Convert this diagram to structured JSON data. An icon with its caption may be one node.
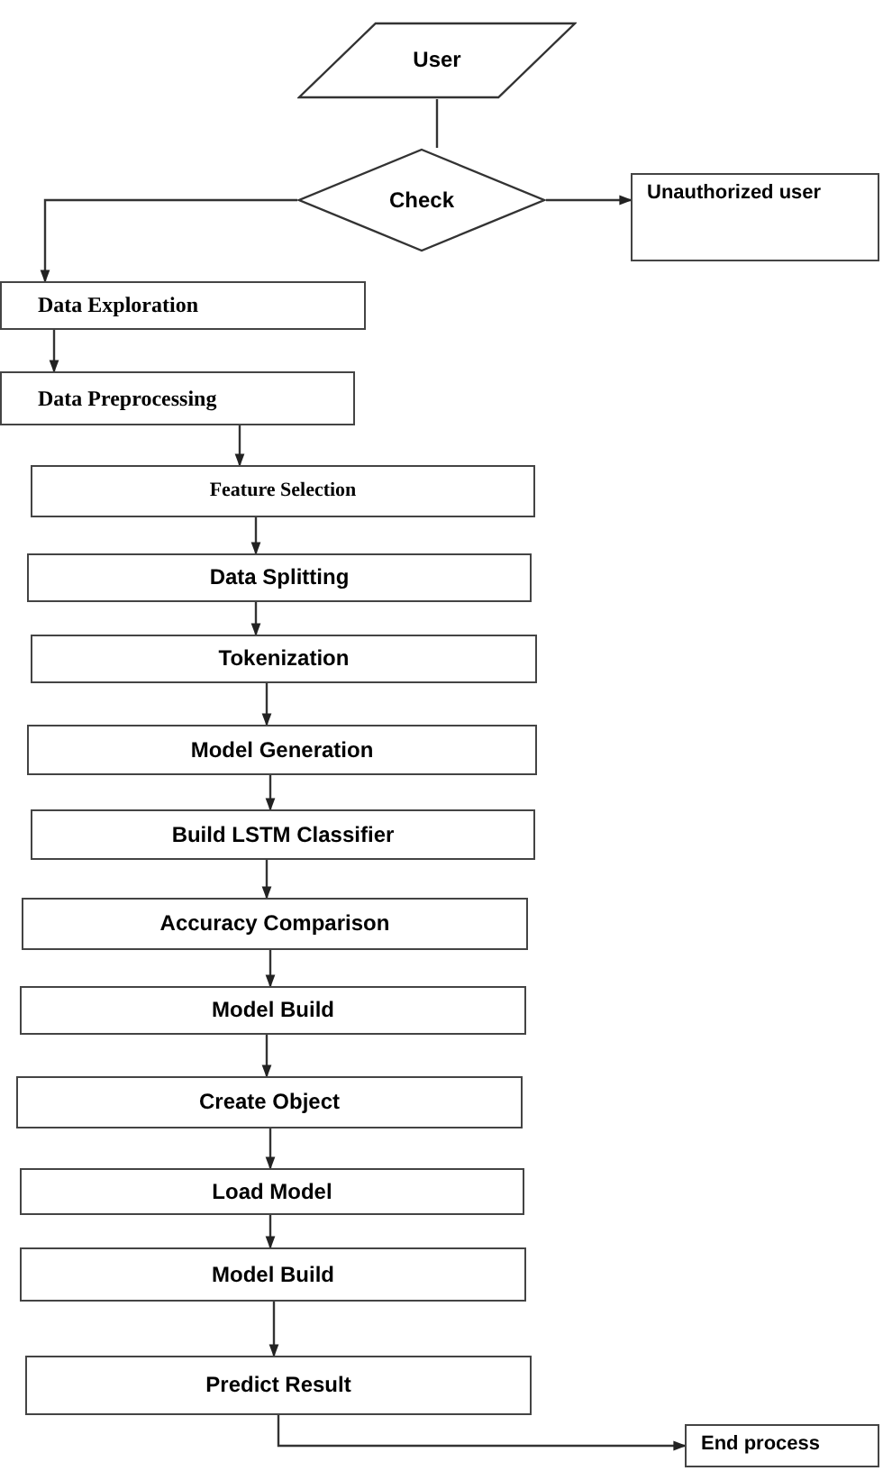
{
  "diagram": {
    "nodes": [
      {
        "text": [
          "User"
        ]
      },
      {
        "text": [
          "Check"
        ]
      },
      {
        "text": [
          "Unauthorized user"
        ]
      },
      {
        "text": [
          "Data Exploration"
        ]
      },
      {
        "text": [
          "Data Preprocessing"
        ]
      },
      {
        "text": [
          "Feature Selection"
        ]
      },
      {
        "text": [
          "Data Splitting"
        ]
      },
      {
        "text": [
          "Tokenization"
        ]
      },
      {
        "text": [
          "Model Generation"
        ]
      },
      {
        "text": [
          "Build LSTM Classifier"
        ]
      },
      {
        "text": [
          "Accuracy Comparison"
        ]
      },
      {
        "text": [
          "Model Build"
        ]
      },
      {
        "text": [
          "Create Object"
        ]
      },
      {
        "text": [
          "Load Model"
        ]
      },
      {
        "text": [
          "Model Build"
        ]
      },
      {
        "text": [
          "Predict Result"
        ]
      },
      {
        "text": [
          "End process"
        ]
      }
    ],
    "edges": [
      {
        "from": 0,
        "to": 1,
        "arrow": "none"
      },
      {
        "from": 1,
        "to": 2,
        "arrow": "to"
      },
      {
        "from": 1,
        "to": 3,
        "arrow": "to"
      },
      {
        "from": 3,
        "to": 4,
        "arrow": "to"
      },
      {
        "from": 4,
        "to": 5,
        "arrow": "to"
      },
      {
        "from": 5,
        "to": 6,
        "arrow": "to"
      },
      {
        "from": 6,
        "to": 7,
        "arrow": "to"
      },
      {
        "from": 7,
        "to": 8,
        "arrow": "to"
      },
      {
        "from": 8,
        "to": 9,
        "arrow": "to"
      },
      {
        "from": 9,
        "to": 10,
        "arrow": "to"
      },
      {
        "from": 10,
        "to": 11,
        "arrow": "to"
      },
      {
        "from": 11,
        "to": 12,
        "arrow": "to"
      },
      {
        "from": 12,
        "to": 13,
        "arrow": "to"
      },
      {
        "from": 13,
        "to": 14,
        "arrow": "to"
      },
      {
        "from": 14,
        "to": 15,
        "arrow": "to"
      },
      {
        "from": 15,
        "to": 16,
        "arrow": "to"
      }
    ]
  }
}
